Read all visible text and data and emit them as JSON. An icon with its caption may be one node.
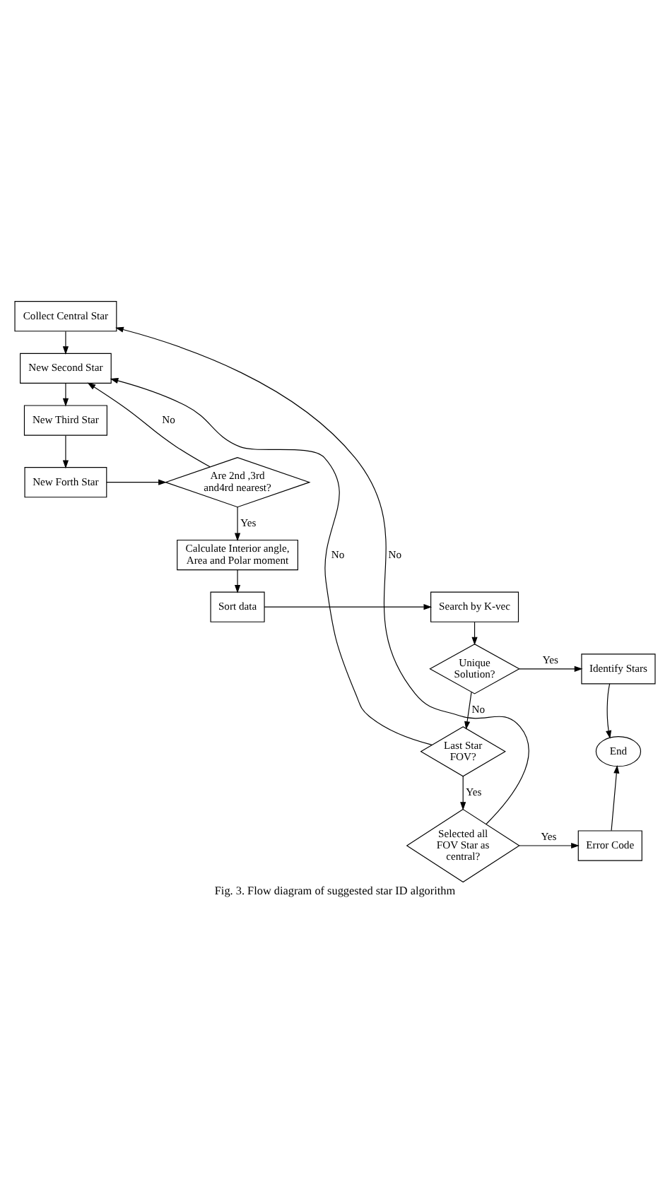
{
  "diagram": {
    "caption": "Fig. 3. Flow diagram of suggested star ID algorithm",
    "nodes": [
      {
        "text": [
          "Collect Central Star"
        ]
      },
      {
        "text": [
          "New Second Star"
        ]
      },
      {
        "text": [
          "New Third Star"
        ]
      },
      {
        "text": [
          "New Forth Star"
        ]
      },
      {
        "text": [
          "Are 2nd ,3rd and4rd nearest?"
        ]
      },
      {
        "text": [
          "Calculate Interior angle, Area and Polar moment"
        ]
      },
      {
        "text": [
          "Sort data"
        ]
      },
      {
        "text": [
          "Search by K-vec"
        ]
      },
      {
        "text": [
          "Unique Solution?"
        ]
      },
      {
        "text": [
          "Identify Stars"
        ]
      },
      {
        "text": [
          "Last Star FOV?"
        ]
      },
      {
        "text": [
          "End"
        ]
      },
      {
        "text": [
          "Selected all FOV Star as central?"
        ]
      },
      {
        "text": [
          "Error Code"
        ]
      }
    ],
    "edges": [
      {
        "from": 0,
        "to": 1,
        "arrow": "to"
      },
      {
        "from": 1,
        "to": 2,
        "arrow": "to"
      },
      {
        "from": 2,
        "to": 3,
        "arrow": "to"
      },
      {
        "from": 3,
        "to": 4,
        "arrow": "to"
      },
      {
        "from": 4,
        "to": 1,
        "arrow": "to",
        "label": "No"
      },
      {
        "from": 4,
        "to": 5,
        "arrow": "to",
        "label": "Yes"
      },
      {
        "from": 5,
        "to": 6,
        "arrow": "to"
      },
      {
        "from": 6,
        "to": 7,
        "arrow": "to"
      },
      {
        "from": 7,
        "to": 8,
        "arrow": "to"
      },
      {
        "from": 8,
        "to": 9,
        "arrow": "to",
        "label": "Yes"
      },
      {
        "from": 8,
        "to": 10,
        "arrow": "to",
        "label": "No"
      },
      {
        "from": 10,
        "to": 1,
        "arrow": "to",
        "label": "No"
      },
      {
        "from": 10,
        "to": 12,
        "arrow": "to",
        "label": "Yes"
      },
      {
        "from": 12,
        "to": 0,
        "arrow": "to",
        "label": "No"
      },
      {
        "from": 12,
        "to": 13,
        "arrow": "to",
        "label": "Yes"
      },
      {
        "from": 9,
        "to": 11,
        "arrow": "to"
      },
      {
        "from": 13,
        "to": 11,
        "arrow": "to"
      }
    ]
  }
}
